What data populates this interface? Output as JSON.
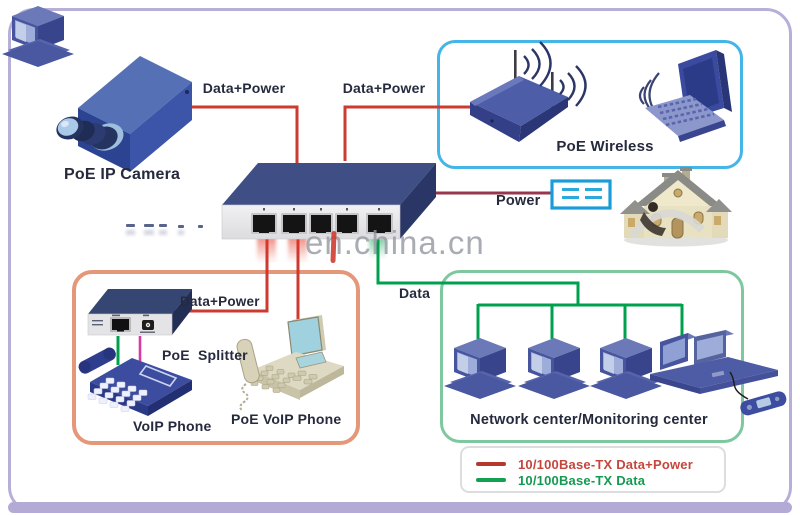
{
  "watermark": {
    "text": "en.china.cn"
  },
  "links": {
    "camera_to_switch": "Data+Power",
    "switch_to_wireless": "Data+Power",
    "switch_to_power": "Power",
    "switch_to_network": "Data",
    "splitter_to_switch": "Data+Power"
  },
  "devices": {
    "camera_label": "PoE IP Camera",
    "splitter_label": "PoE  Splitter",
    "voip_phone_label": "VoIP Phone",
    "poe_voip_phone_label": "PoE VoIP Phone"
  },
  "zones": {
    "wireless": {
      "label": "PoE Wireless",
      "border_color": "#45b5e8"
    },
    "phones": {
      "border_color": "#e59779"
    },
    "network": {
      "label": "Network center/Monitoring center",
      "border_color": "#7fc89f"
    }
  },
  "legend": {
    "items": [
      {
        "label": "10/100Base-TX Data+Power",
        "color": "#c5463c"
      },
      {
        "label": "10/100Base-TX Data",
        "color": "#159a52"
      }
    ]
  },
  "colors": {
    "cable_data_power": "#cc3a30",
    "cable_data": "#00a14e",
    "cable_power": "#97374e",
    "cable_splitter_voice": "#d83aa2",
    "frame": "#b7afd9",
    "switch_top": "#3f4f86",
    "adapter_border": "#1b9cd8"
  }
}
